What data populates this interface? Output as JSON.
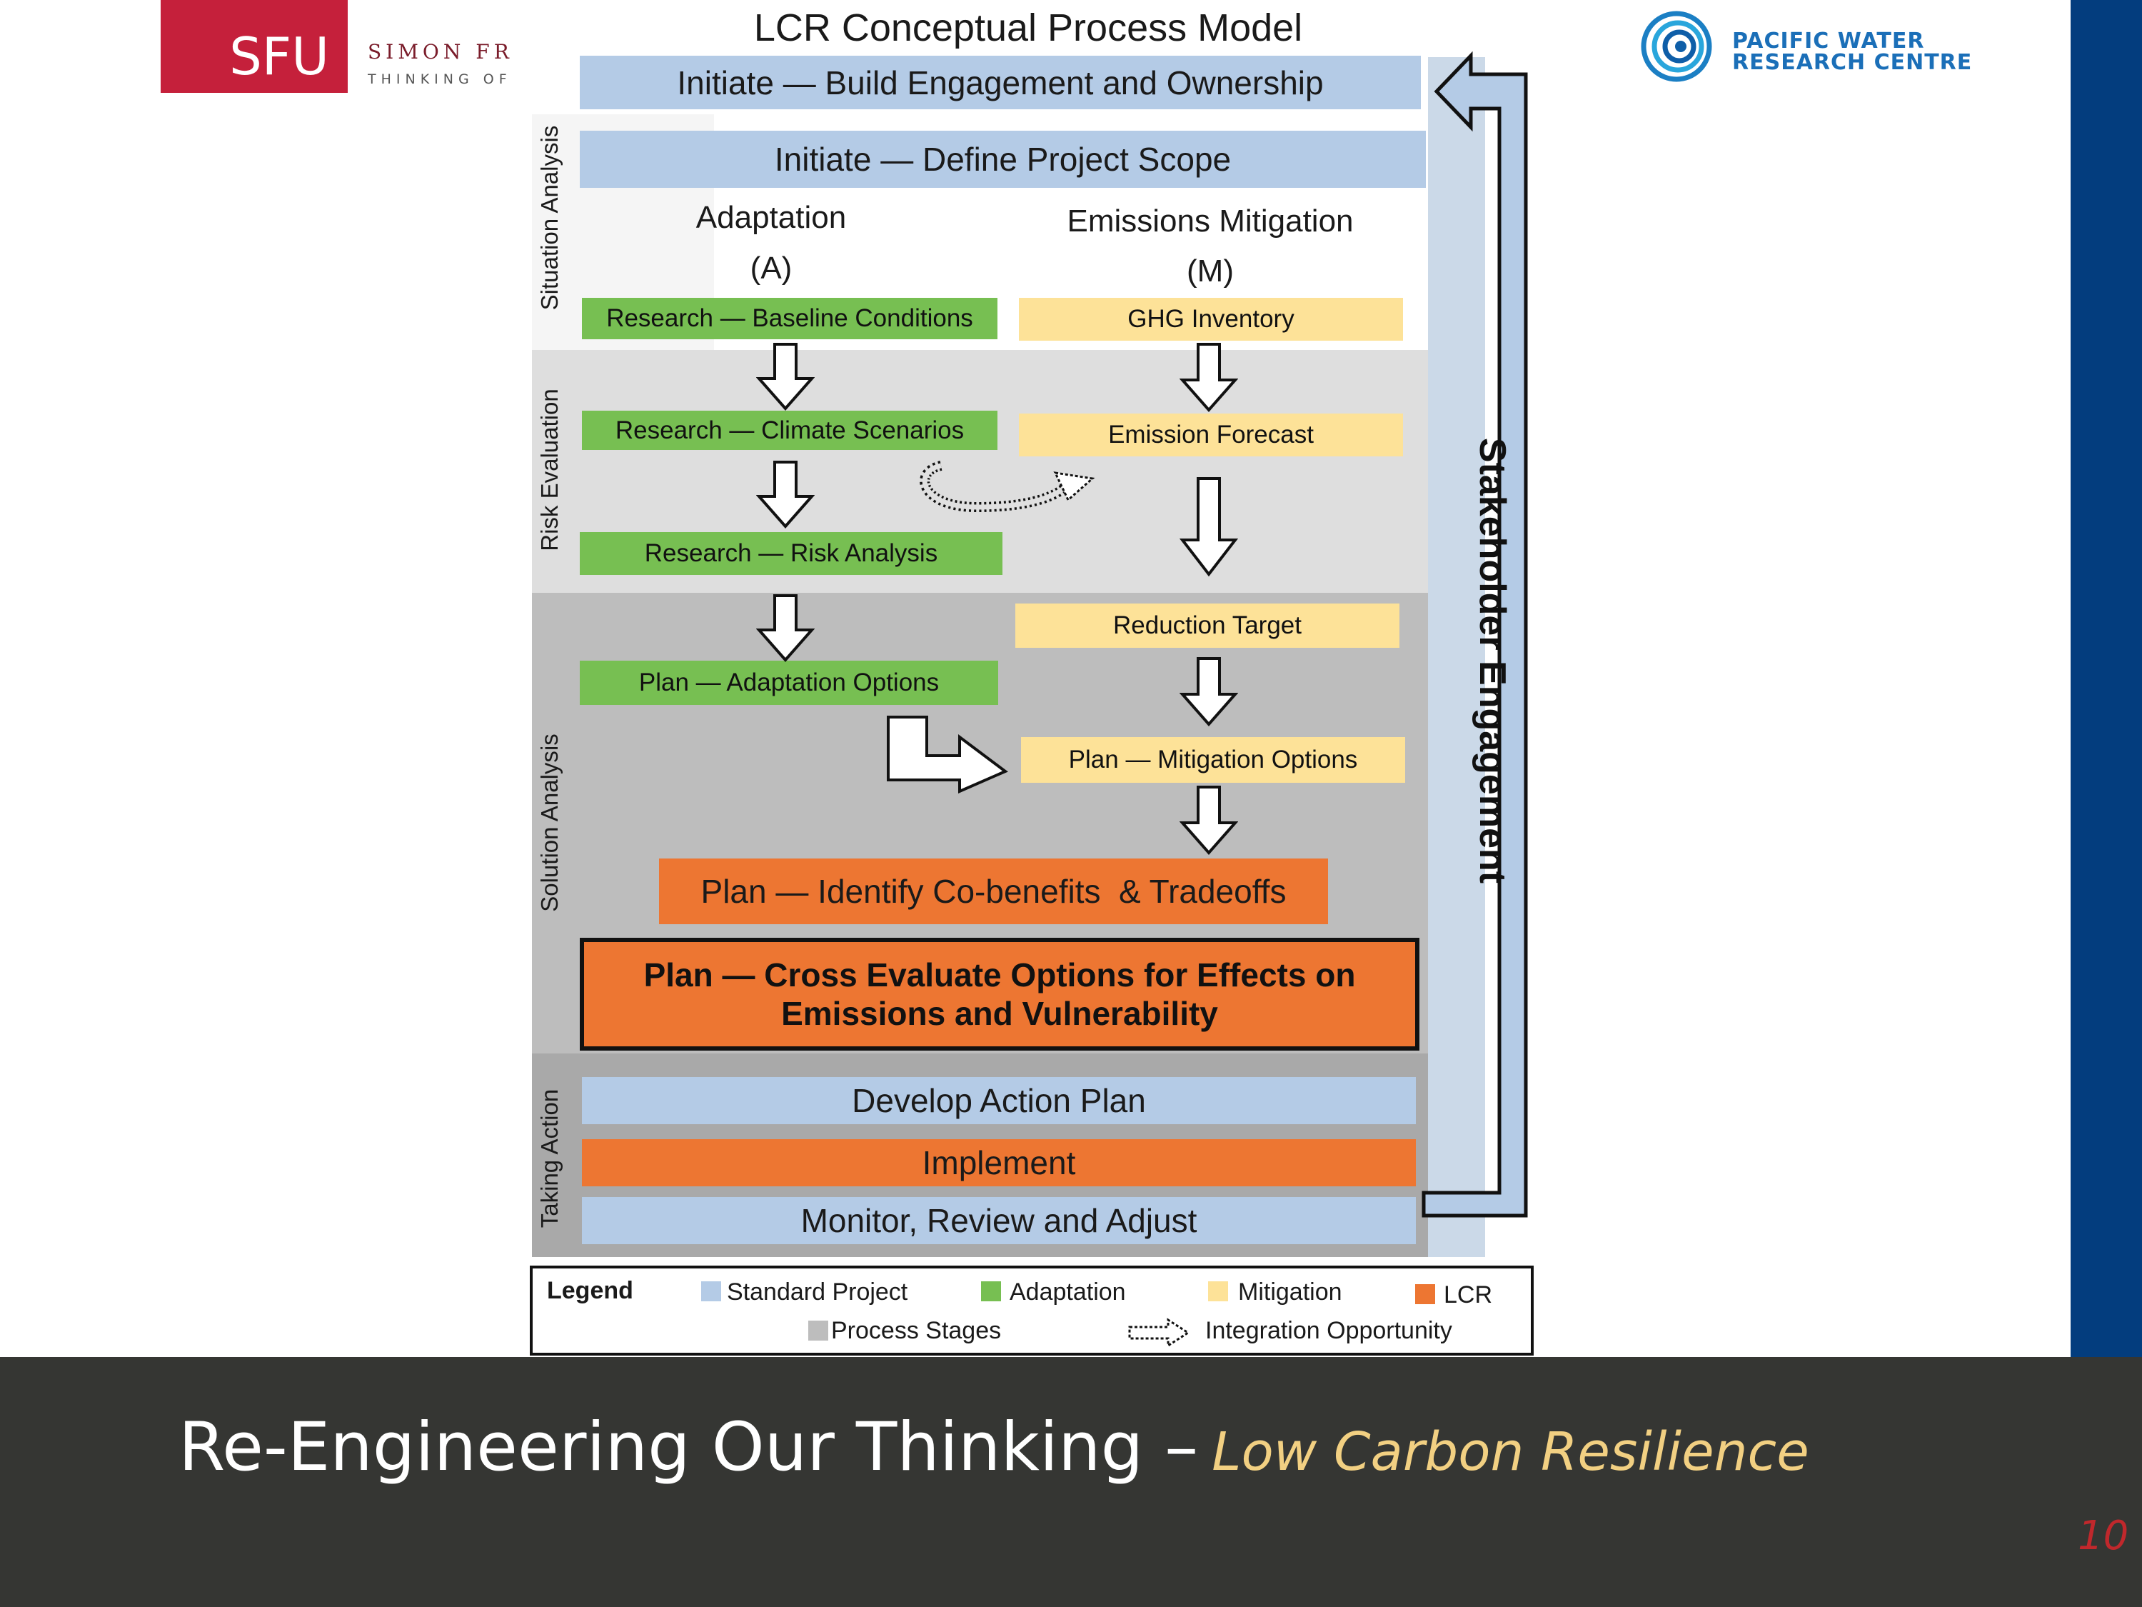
{
  "header": {
    "sfu_logo": {
      "mark": "SFU",
      "line1": "SIMON FR",
      "line2": "THINKING OF"
    },
    "pwrc_logo": {
      "line1": "PACIFIC WATER",
      "line2": "RESEARCH CENTRE"
    }
  },
  "colors": {
    "standard_project": "#b4cbe6",
    "adaptation": "#77bf52",
    "mitigation": "#fde298",
    "lcr": "#ed7632",
    "process_stages": "#bdbdbd",
    "footer_bg": "#353633",
    "right_bar": "#033d7e",
    "subtitle_gold": "#f2d082",
    "page_number": "#c0282c"
  },
  "diagram": {
    "title": "LCR Conceptual Process Model",
    "stage_labels": {
      "situation": "Situation Analysis",
      "risk": "Risk Evaluation",
      "solution": "Solution Analysis",
      "taking_action": "Taking Action"
    },
    "initiate_engagement": "Initiate — Build Engagement and Ownership",
    "initiate_scope": "Initiate — Define Project Scope",
    "adaptation_heading": "Adaptation",
    "adaptation_code": "(A)",
    "mitigation_heading": "Emissions Mitigation",
    "mitigation_code": "(M)",
    "adaptation_steps": [
      "Research — Baseline Conditions",
      "Research — Climate Scenarios",
      "Research — Risk Analysis",
      "Plan — Adaptation Options"
    ],
    "mitigation_steps": [
      "GHG Inventory",
      "Emission Forecast",
      "Reduction Target",
      "Plan — Mitigation Options"
    ],
    "co_benefits": "Plan — Identify Co-benefits  & Tradeoffs",
    "cross_evaluate_line1": "Plan — Cross Evaluate Options for Effects on",
    "cross_evaluate_line2": "Emissions and Vulnerability",
    "develop_plan": "Develop Action Plan",
    "implement": "Implement",
    "monitor": "Monitor, Review and Adjust",
    "stakeholder": "Stakeholder Engagement"
  },
  "legend": {
    "title": "Legend",
    "standard_project": "Standard Project",
    "adaptation": "Adaptation",
    "mitigation": "Mitigation",
    "lcr": "LCR",
    "process_stages": "Process Stages",
    "integration": "Integration Opportunity"
  },
  "footer": {
    "title": "Re-Engineering Our Thinking –",
    "subtitle": "Low Carbon Resilience",
    "page_number": "10"
  }
}
